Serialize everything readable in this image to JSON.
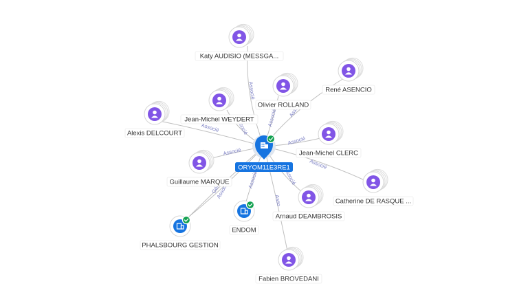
{
  "center": {
    "label": "ORYOM11E3RE1",
    "icon": "building-icon",
    "verified": true
  },
  "nodes": [
    {
      "id": "katy",
      "label": "Katy AUDISIO (MESSGA...",
      "kind": "person"
    },
    {
      "id": "rene",
      "label": "René ASENCIO",
      "kind": "person"
    },
    {
      "id": "olivier",
      "label": "Olivier ROLLAND",
      "kind": "person"
    },
    {
      "id": "jmweydert",
      "label": "Jean-Michel WEYDERT",
      "kind": "person"
    },
    {
      "id": "alexis",
      "label": "Alexis DELCOURT",
      "kind": "person"
    },
    {
      "id": "jmclerc",
      "label": "Jean-Michel CLERC",
      "kind": "person"
    },
    {
      "id": "catherine",
      "label": "Catherine DE RASQUE ...",
      "kind": "person"
    },
    {
      "id": "guillaume",
      "label": "Guillaume MARQUE",
      "kind": "person"
    },
    {
      "id": "arnaud",
      "label": "Arnaud DEAMBROSIS",
      "kind": "person"
    },
    {
      "id": "endom",
      "label": "ENDOM",
      "kind": "company"
    },
    {
      "id": "phalsbourg",
      "label": "PHALSBOURG GESTION",
      "kind": "company"
    },
    {
      "id": "fabien",
      "label": "Fabien BROVEDANI",
      "kind": "person"
    }
  ],
  "edges": [
    {
      "target": "katy",
      "label": "Associé"
    },
    {
      "target": "rene",
      "label": "Associé"
    },
    {
      "target": "olivier",
      "label": "Associé"
    },
    {
      "target": "jmweydert",
      "label": "Associé"
    },
    {
      "target": "alexis",
      "label": "Associé"
    },
    {
      "target": "jmclerc",
      "label": "Associé"
    },
    {
      "target": "catherine",
      "label": "Associé"
    },
    {
      "target": "guillaume",
      "label": "Associé"
    },
    {
      "target": "arnaud",
      "label": "Associé"
    },
    {
      "target": "endom",
      "label": "Associé"
    },
    {
      "target": "phalsbourg",
      "label": "Gérant"
    },
    {
      "target": "phalsbourg",
      "label": "Associé"
    },
    {
      "target": "fabien",
      "label": "Asso"
    }
  ],
  "colors": {
    "person": "#8155e6",
    "company": "#1674e0",
    "verified": "#12a150",
    "edge": "#bfbfbf",
    "edge_label": "#7b7fc4",
    "center": "#1674e0"
  }
}
